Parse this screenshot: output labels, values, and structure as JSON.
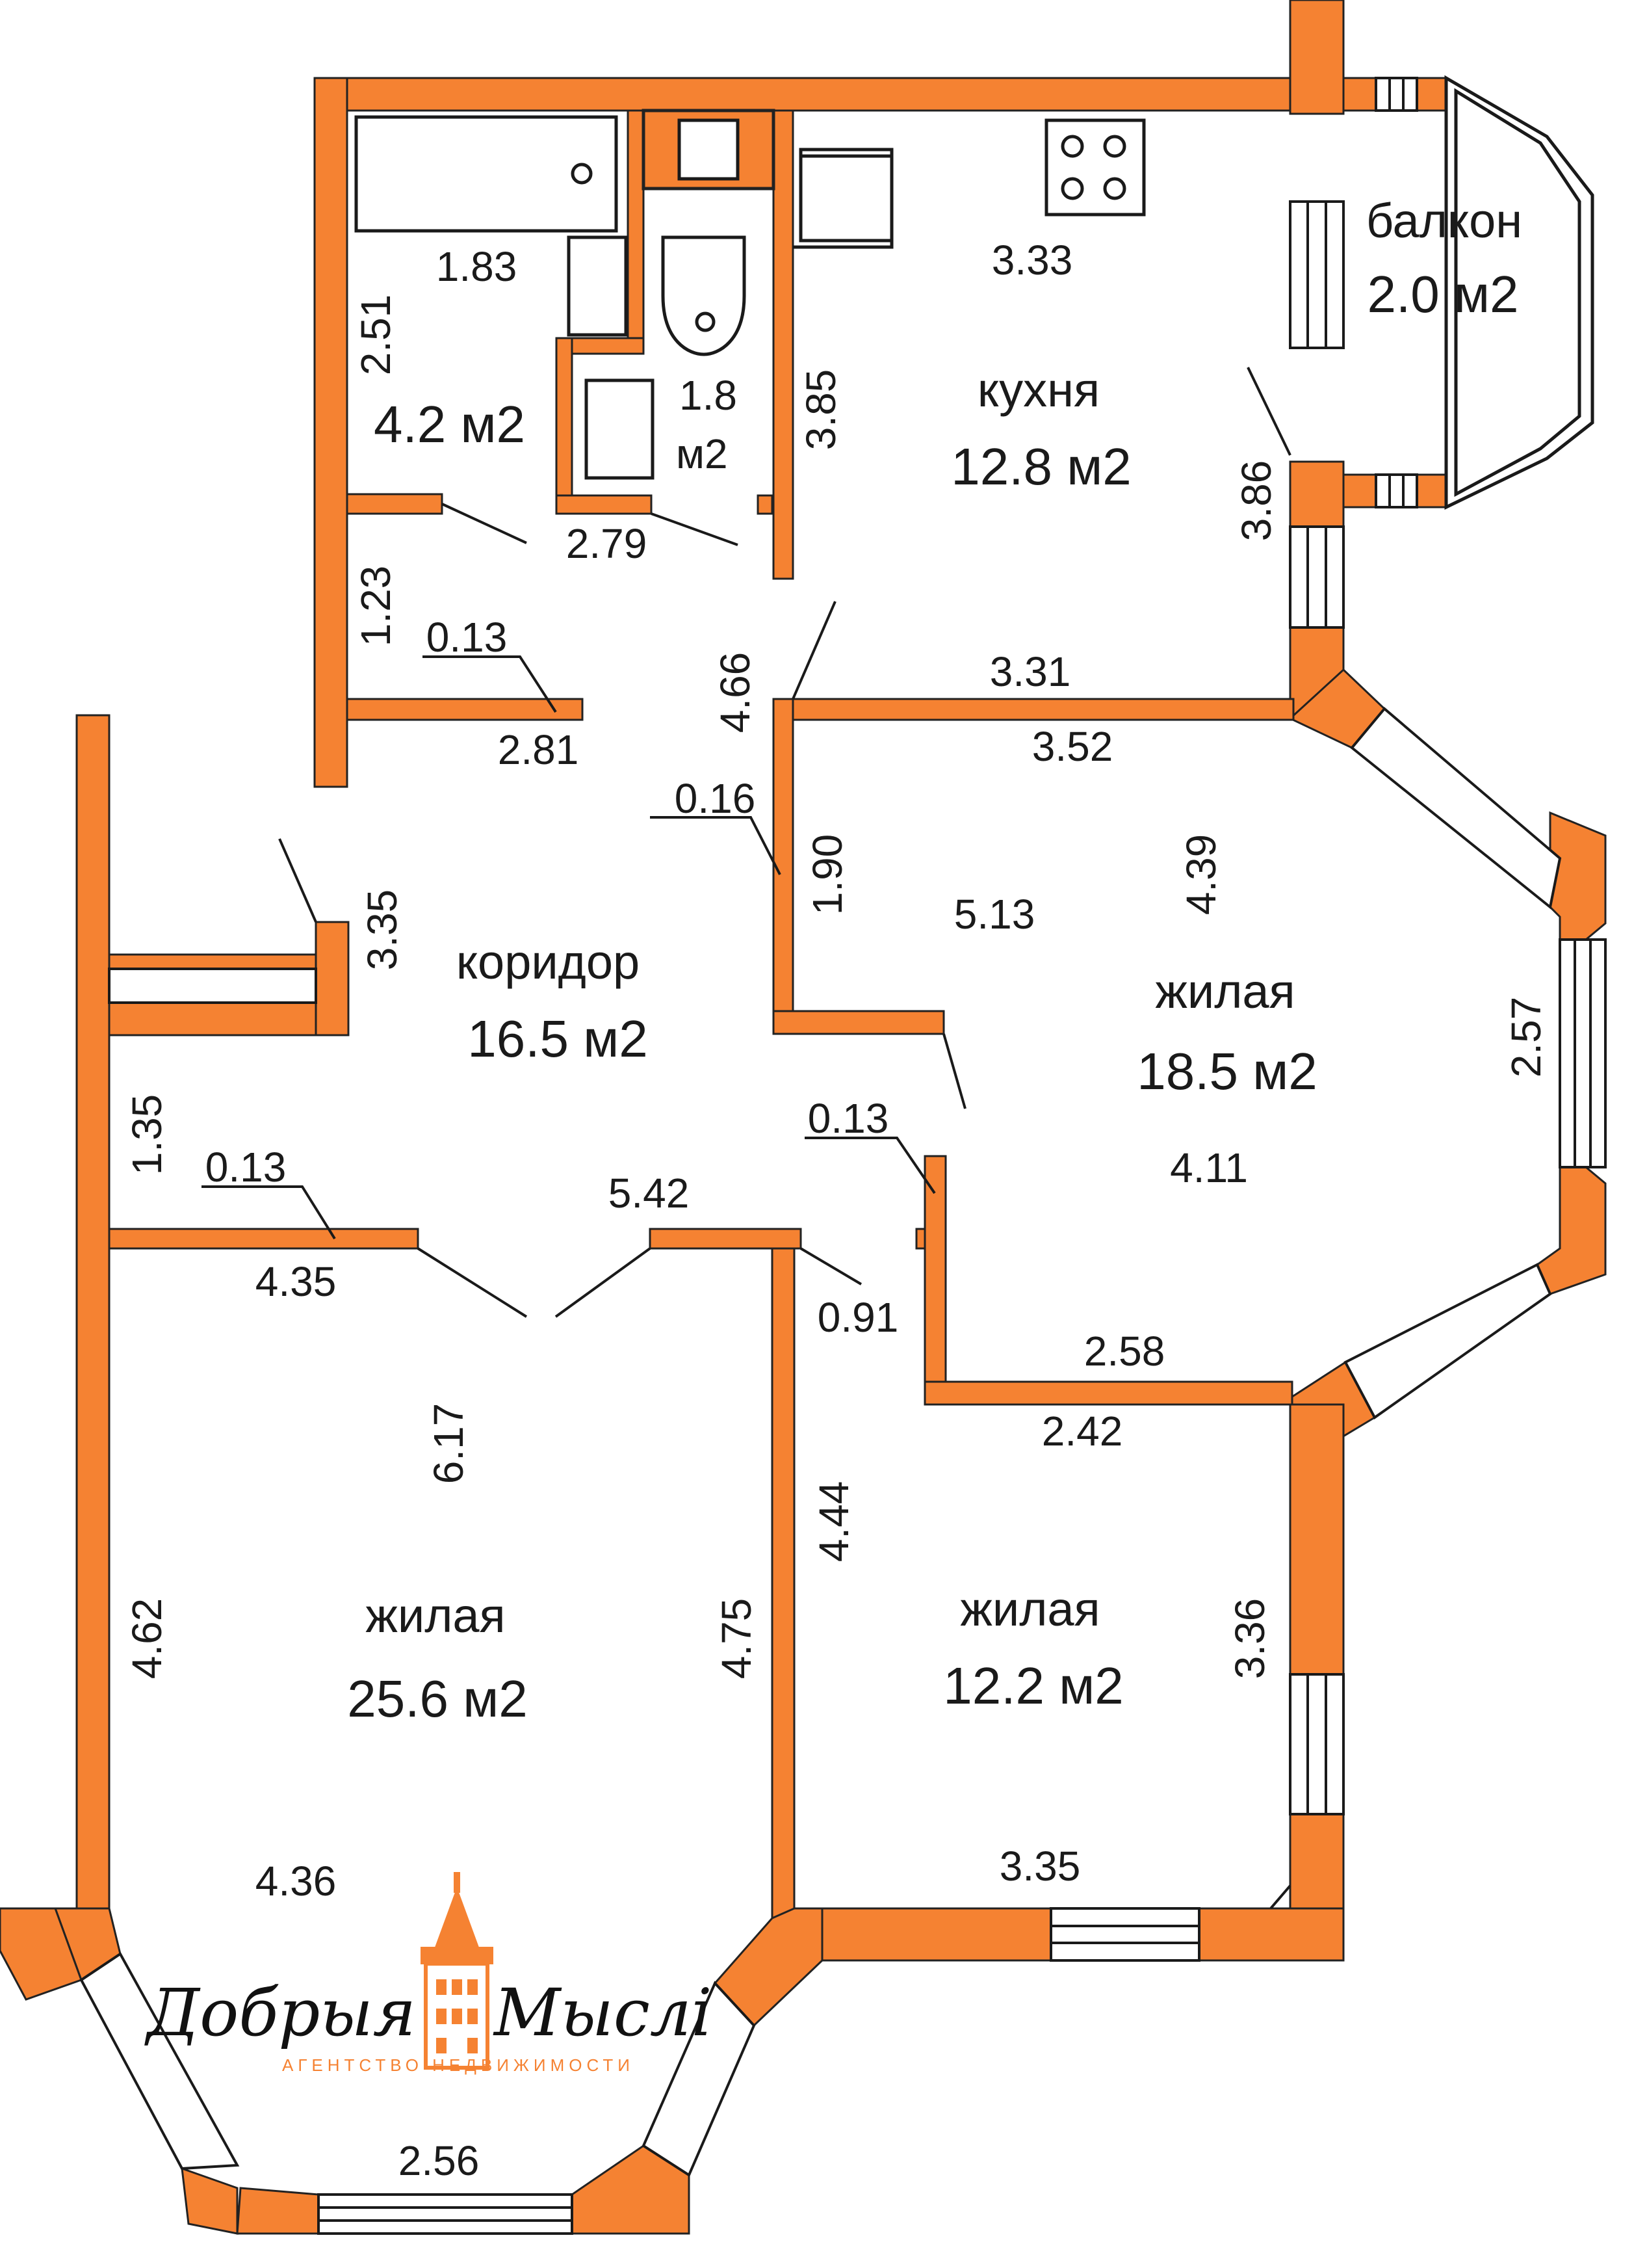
{
  "colors": {
    "wall": "#f58232",
    "wall_stroke": "#222222",
    "line": "#1a1a1a",
    "background": "#ffffff"
  },
  "rooms": {
    "bathroom": {
      "area": "4.2 м2"
    },
    "wc": {
      "area_value": "1.8",
      "area_unit": "м2"
    },
    "kitchen": {
      "name": "кухня",
      "area": "12.8 м2"
    },
    "balcony": {
      "name": "балкон",
      "area": "2.0 м2"
    },
    "corridor": {
      "name": "коридор",
      "area": "16.5 м2"
    },
    "living_1": {
      "name": "жилая",
      "area": "18.5 м2"
    },
    "living_2": {
      "name": "жилая",
      "area": "25.6 м2"
    },
    "living_3": {
      "name": "жилая",
      "area": "12.2 м2"
    }
  },
  "dimensions": {
    "bath_width": "1.83",
    "bath_height": "2.51",
    "bath_depth": "2.79",
    "kitchen_width": "3.33",
    "kitchen_height": "3.85",
    "kitchen_right": "3.86",
    "hall_wall": "1.23",
    "wall_0_13_a": "0.13",
    "hall_width": "2.81",
    "corridor_height": "4.66",
    "kitchen_bottom": "3.31",
    "living1_top": "3.52",
    "wall_0_16": "0.16",
    "living1_left": "1.90",
    "living1_mid": "5.13",
    "living1_height": "4.39",
    "corridor_side": "3.35",
    "living1_right": "2.57",
    "corridor_left": "1.35",
    "wall_0_13_b": "0.13",
    "corridor_width": "5.42",
    "wall_0_13_c": "0.13",
    "living1_bottom": "4.11",
    "living2_top": "4.35",
    "door_0_91": "0.91",
    "living1_low": "2.58",
    "living3_top": "2.42",
    "living2_mid": "6.17",
    "living3_left": "4.44",
    "living2_left": "4.62",
    "living2_right": "4.75",
    "living3_right": "3.36",
    "living3_bottom": "3.35",
    "living2_bottom": "4.36",
    "bay_width": "2.56"
  },
  "brand": {
    "left_word": "Добрыя",
    "right_word": "Мыслі",
    "tagline": "АГЕНТСТВО НЕДВИЖИМОСТИ"
  }
}
